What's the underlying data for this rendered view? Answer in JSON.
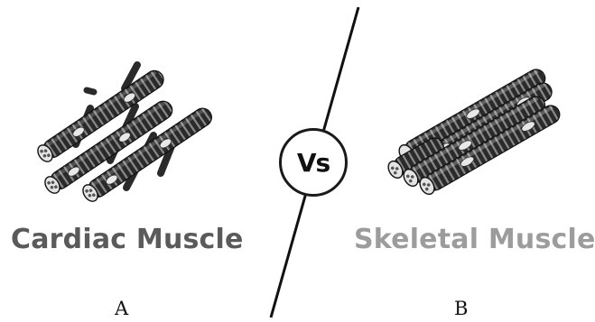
{
  "left_panel": {
    "title": "Cardiac Muscle",
    "letter": "A",
    "title_color": "#5a5a5a",
    "illustration_icon": "cardiac-muscle-fibers-icon"
  },
  "right_panel": {
    "title": "Skeletal Muscle",
    "letter": "B",
    "title_color": "#9c9c9c",
    "illustration_icon": "skeletal-muscle-bundle-icon"
  },
  "versus": {
    "label": "Vs"
  },
  "colors": {
    "fiber_dark": "#2a2a2a",
    "band_light": "#8a8a8a",
    "nucleus": "#e8e8e8",
    "divider": "#111111"
  }
}
